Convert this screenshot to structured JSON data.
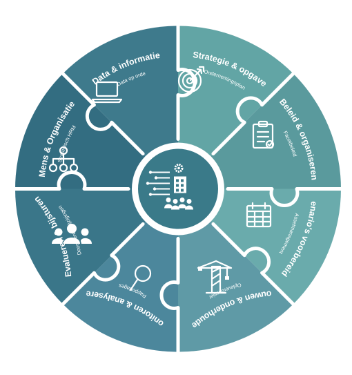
{
  "center": {
    "icon": "digital-building-team-icon"
  },
  "segments": [
    {
      "key": "strategie",
      "title": "Strategie & opgave",
      "subtitle": "Ondernemingsplan",
      "color": "#62a5a5",
      "icon": "target-icon"
    },
    {
      "key": "beleid",
      "title": "Beleid & organiseren",
      "subtitle": "Facetbeleid",
      "color": "#5a9a9d",
      "icon": "clipboard-icon"
    },
    {
      "key": "scenario",
      "title": "Scenario's voorbereiden",
      "subtitle": "Assetmanagement",
      "color": "#6aabac",
      "icon": "calendar-icon"
    },
    {
      "key": "bouwen",
      "title": "Bouwen & onderhouden",
      "subtitle": "Opleverdossier",
      "color": "#5f9aa6",
      "icon": "crane-icon"
    },
    {
      "key": "monitoren",
      "title": "Monitoren & analyseren",
      "subtitle": "Rapportages",
      "color": "#4c879c",
      "icon": "magnifier-icon"
    },
    {
      "key": "evalueren",
      "title": "Evalueren & bijsturen",
      "subtitle": "Doorvoeren wijzigingen",
      "color": "#3a7689",
      "icon": "group-icon"
    },
    {
      "key": "mens",
      "title": "Mens & Organisatie",
      "subtitle": "Strategisch HRM",
      "color": "#336d81",
      "icon": "org-chart-icon"
    },
    {
      "key": "data",
      "title": "Data & informatie",
      "subtitle": "Data op orde",
      "color": "#3e7a8c",
      "icon": "laptop-icon"
    }
  ]
}
